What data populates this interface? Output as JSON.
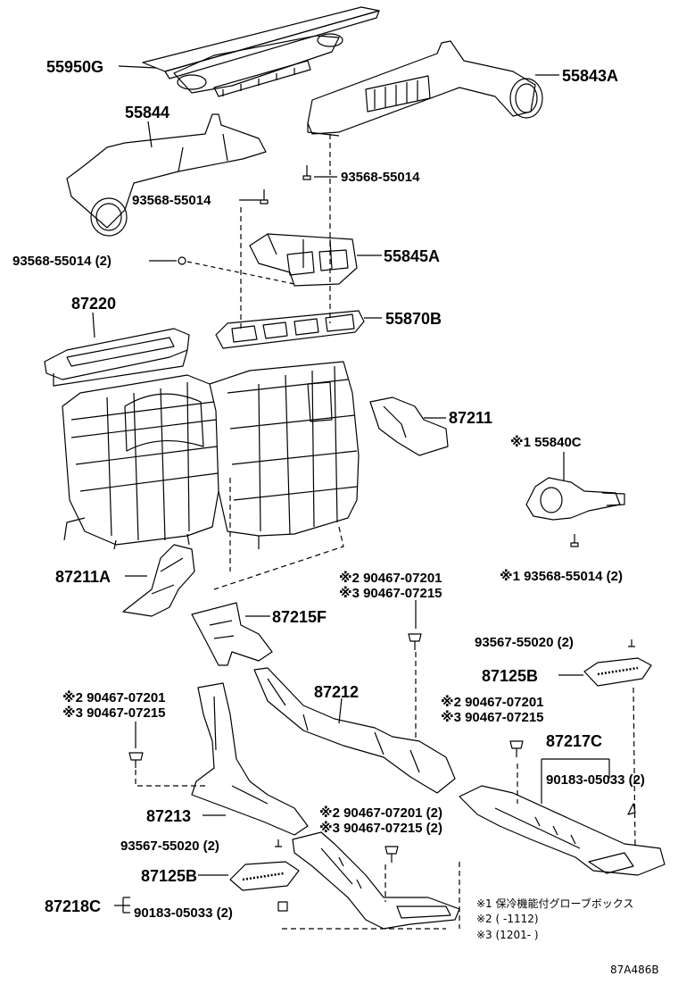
{
  "parts": {
    "p55950G": "55950G",
    "p55843A": "55843A",
    "p55844": "55844",
    "p93568a": "93568-55014",
    "p93568b": "93568-55014",
    "p93568c": "93568-55014 (2)",
    "p55845A": "55845A",
    "p87220": "87220",
    "p55870B": "55870B",
    "p87211": "87211",
    "p55840C": "※1 55840C",
    "p93568d": "※1 93568-55014 (2)",
    "p87211A": "87211A",
    "p90467a1": "※2 90467-07201",
    "p90467a2": "※3 90467-07215",
    "p87215F": "87215F",
    "p93567a": "93567-55020 (2)",
    "p87125Ba": "87125B",
    "p87212": "87212",
    "p90467b1": "※2 90467-07201",
    "p90467b2": "※3 90467-07215",
    "p90467c1": "※2 90467-07201",
    "p90467c2": "※3 90467-07215",
    "p87217C": "87217C",
    "p90183a": "90183-05033 (2)",
    "p87213": "87213",
    "p90467d1": "※2 90467-07201 (2)",
    "p90467d2": "※3 90467-07215 (2)",
    "p93567b": "93567-55020 (2)",
    "p87125Bb": "87125B",
    "p87218C": "87218C",
    "p90183b": "90183-05033 (2)"
  },
  "legend": {
    "n1": "※1 保冷機能付グローブボックス",
    "n2": "※2 (          -1112)",
    "n3": "※3 (1201-          )"
  },
  "code": "87A486B"
}
